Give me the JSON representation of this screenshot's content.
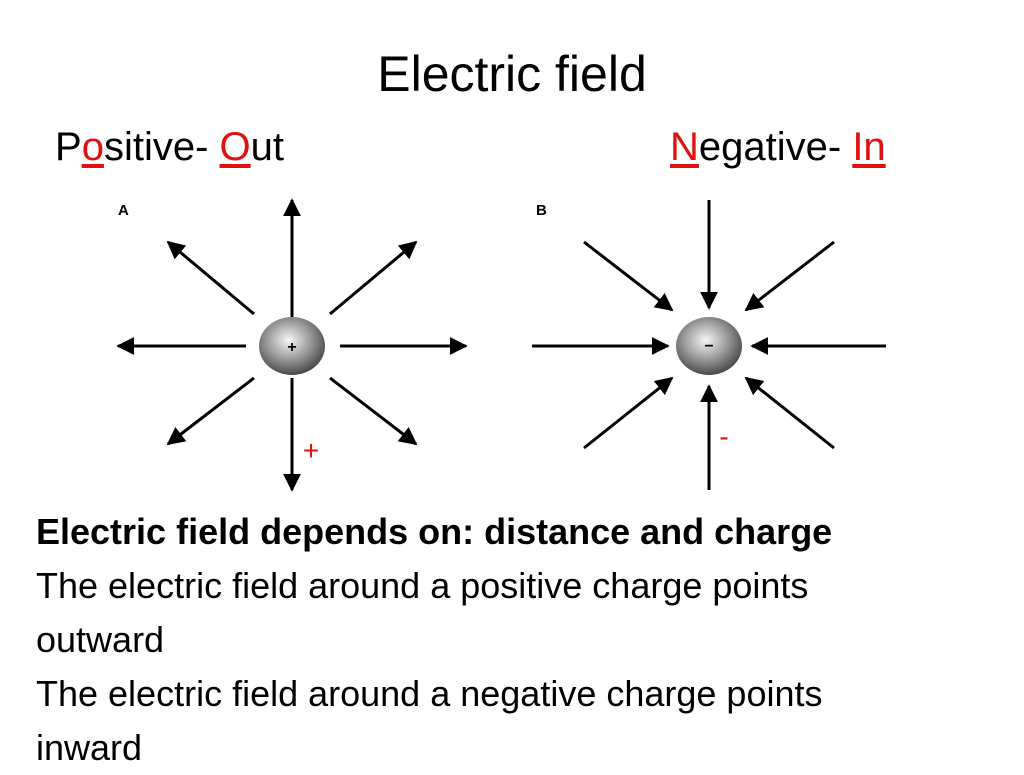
{
  "slide": {
    "title": "Electric field",
    "left_heading": {
      "p1": "P",
      "p2": "o",
      "p3": "sitive- ",
      "p4": "O",
      "p5": "ut"
    },
    "right_heading": {
      "p1": "N",
      "p2": "egative- ",
      "p3": "In"
    }
  },
  "diagram": {
    "panel_a_label": "A",
    "panel_b_label": "B",
    "positive_symbol": "+",
    "negative_symbol": "−",
    "positive_annotation": "+",
    "negative_annotation": "-",
    "annotation_color": "#e01010"
  },
  "body": {
    "heading": "Electric field depends on: distance and charge",
    "line1": "The electric field around a positive charge points",
    "line2": "outward",
    "line3": "The electric field around a negative charge points",
    "line4": "inward"
  }
}
